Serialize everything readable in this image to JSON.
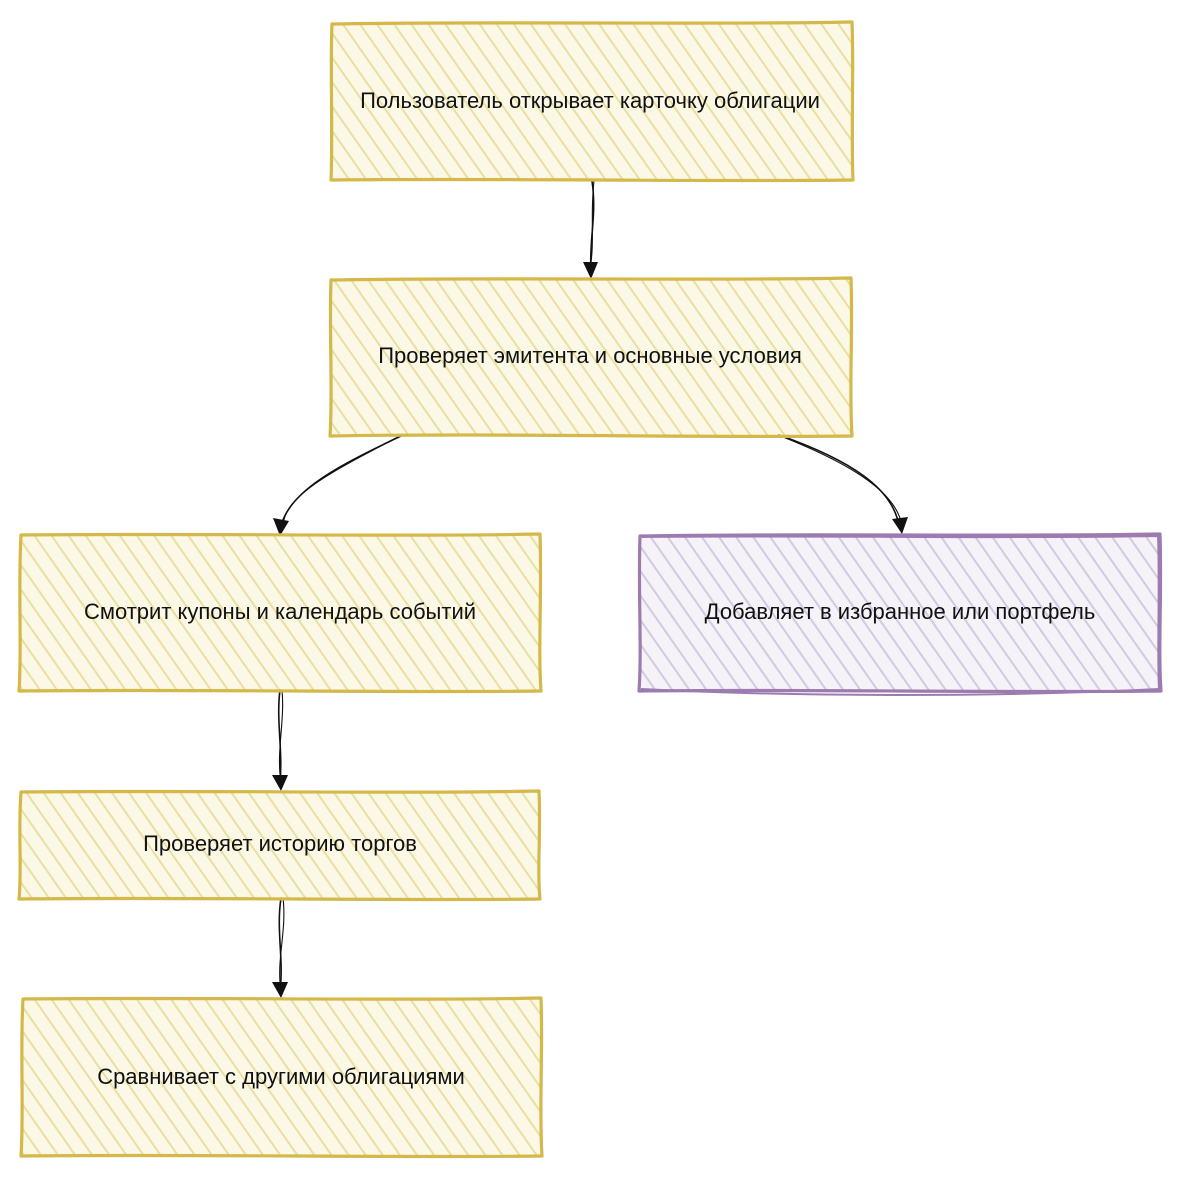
{
  "colors": {
    "yellow_stroke": "#d4b84a",
    "yellow_fill": "#f6f0c8",
    "yellow_hatch": "#e8dc9a",
    "purple_stroke": "#9c7bb0",
    "purple_fill": "#ece7f3",
    "purple_hatch": "#cfc4de",
    "edge": "#111111"
  },
  "nodes": [
    {
      "id": "open-card",
      "label": "Пользователь открывает карточку облигации",
      "style": "yellow"
    },
    {
      "id": "check-issuer",
      "label": "Проверяет эмитента и основные условия",
      "style": "yellow"
    },
    {
      "id": "coupons",
      "label": "Смотрит купоны и календарь событий",
      "style": "yellow"
    },
    {
      "id": "favorites",
      "label": "Добавляет в избранное или портфель",
      "style": "purple"
    },
    {
      "id": "history",
      "label": "Проверяет историю торгов",
      "style": "yellow"
    },
    {
      "id": "compare",
      "label": "Сравнивает с другими облигациями",
      "style": "yellow"
    }
  ],
  "edges": [
    {
      "from": "open-card",
      "to": "check-issuer"
    },
    {
      "from": "check-issuer",
      "to": "coupons"
    },
    {
      "from": "check-issuer",
      "to": "favorites"
    },
    {
      "from": "coupons",
      "to": "history"
    },
    {
      "from": "history",
      "to": "compare"
    }
  ]
}
